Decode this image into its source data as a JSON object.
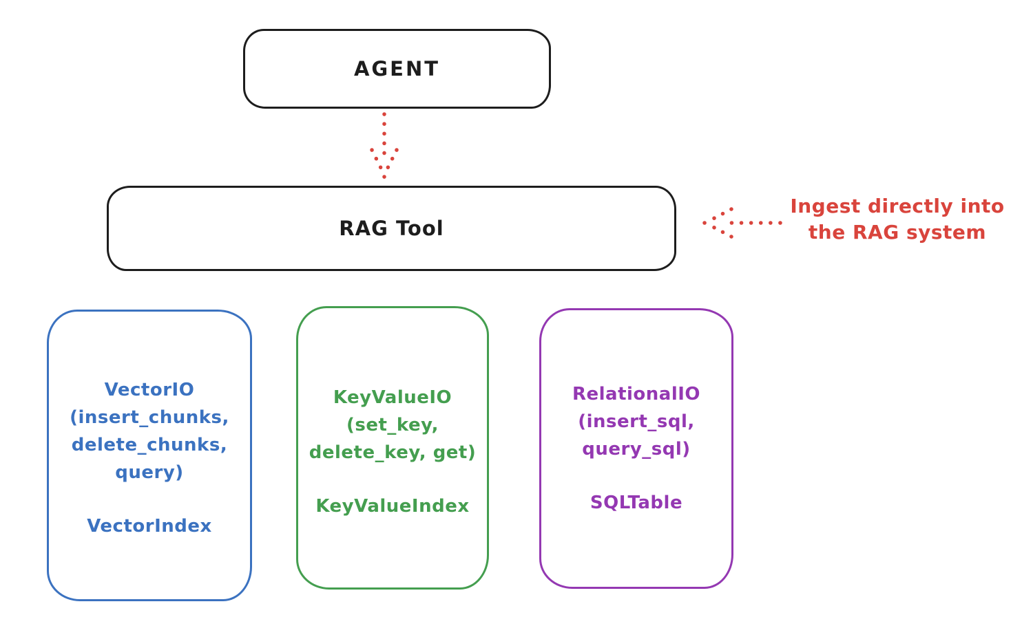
{
  "nodes": {
    "agent": {
      "label": "AGENT"
    },
    "rag_tool": {
      "label": "RAG Tool"
    }
  },
  "annotation": {
    "line1": "Ingest directly into",
    "line2": "the RAG system"
  },
  "arrows": {
    "agent_to_rag": "dotted-down-arrow",
    "ingest": "dotted-left-arrow"
  },
  "backends": {
    "vector": {
      "io_name": "VectorIO",
      "io_args": [
        "(insert_chunks,",
        "delete_chunks,",
        "query)"
      ],
      "index": "VectorIndex",
      "color": "#3b72c0"
    },
    "keyvalue": {
      "io_name": "KeyValueIO",
      "io_args": [
        "(set_key,",
        "delete_key, get)"
      ],
      "index": "KeyValueIndex",
      "color": "#449e4f"
    },
    "relational": {
      "io_name": "RelationalIO",
      "io_args": [
        "(insert_sql,",
        "query_sql)"
      ],
      "index": "SQLTable",
      "color": "#9438b2"
    }
  },
  "colors": {
    "stroke": "#1d1d1d",
    "red": "#d9443c",
    "background": "#ffffff"
  }
}
